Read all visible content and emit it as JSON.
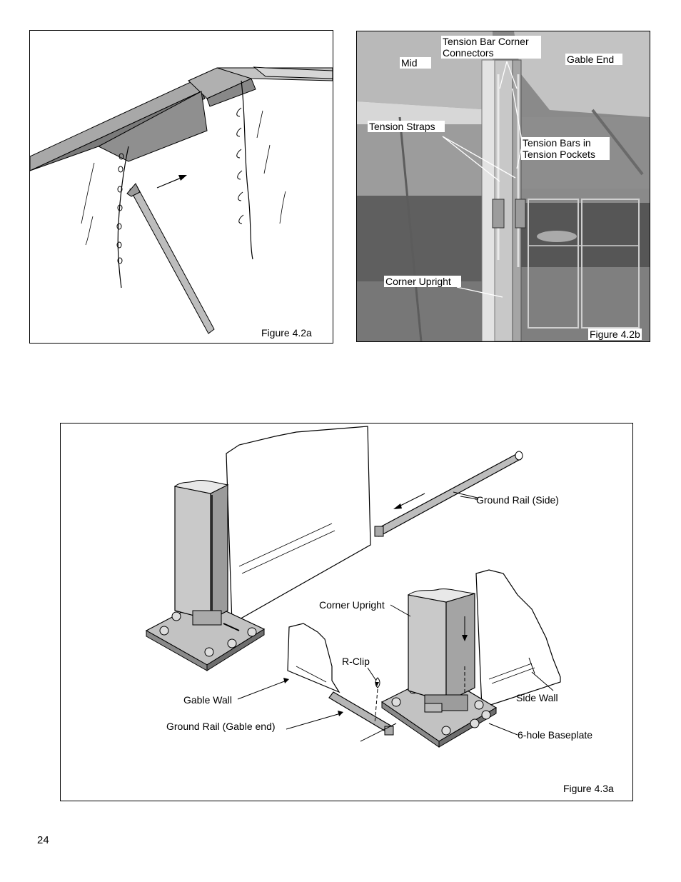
{
  "page_number": "24",
  "fig42a": {
    "caption": "Figure 4.2a"
  },
  "fig42b": {
    "caption": "Figure 4.2b",
    "labels": {
      "mid": "Mid",
      "tension_bar_corner_connectors": "Tension Bar Corner Connectors",
      "gable_end": "Gable End",
      "tension_straps": "Tension Straps",
      "tension_bars_in_pockets": "Tension Bars in Tension Pockets",
      "corner_upright": "Corner Upright"
    }
  },
  "fig43a": {
    "caption": "Figure 4.3a",
    "labels": {
      "ground_rail_side": "Ground Rail (Side)",
      "corner_upright": "Corner Upright",
      "r_clip": "R-Clip",
      "gable_wall": "Gable Wall",
      "ground_rail_gable_end": "Ground Rail (Gable end)",
      "side_wall": "Side Wall",
      "baseplate": "6-hole Baseplate"
    }
  }
}
